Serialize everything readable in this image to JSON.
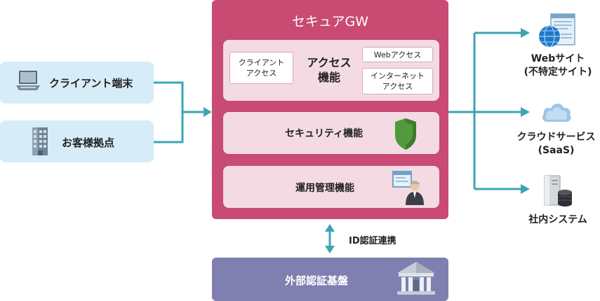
{
  "sources": [
    {
      "label": "クライアント端末",
      "icon": "laptop-icon"
    },
    {
      "label": "お客様拠点",
      "icon": "building-icon"
    }
  ],
  "gateway": {
    "title": "セキュアGW",
    "access": {
      "client_access": "クライアント\nアクセス",
      "title_line1": "アクセス",
      "title_line2": "機能",
      "web_access": "Webアクセス",
      "internet_access": "インターネット\nアクセス"
    },
    "security": "セキュリティ機能",
    "management": "運用管理機能"
  },
  "auth_link": "ID認証連携",
  "auth": "外部認証基盤",
  "destinations": [
    {
      "line1": "Webサイト",
      "line2": "(不特定サイト)",
      "icon": "web-globe-icon"
    },
    {
      "line1": "クラウドサービス",
      "line2": "(SaaS)",
      "icon": "cloud-icon"
    },
    {
      "line1": "社内システム",
      "line2": "",
      "icon": "server-icon"
    }
  ],
  "colors": {
    "gateway": "#c94a72",
    "panel": "#f4dbe3",
    "source_box": "#d6ecf8",
    "connector": "#3aa6b3",
    "auth": "#7f7fb0"
  }
}
